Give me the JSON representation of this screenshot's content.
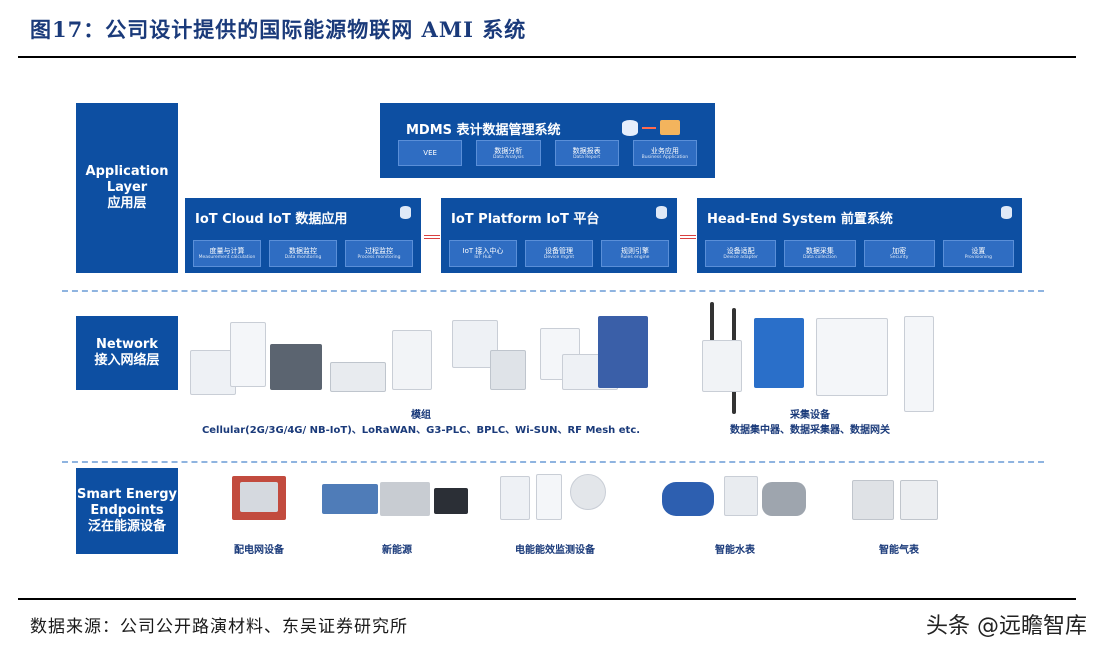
{
  "figure_title": "图17：公司设计提供的国际能源物联网 AMI 系统",
  "layers": {
    "application": [
      "Application",
      "Layer",
      "应用层"
    ],
    "network": [
      "Network",
      "接入网络层"
    ],
    "endpoints": [
      "Smart Energy",
      "Endpoints",
      "泛在能源设备"
    ]
  },
  "mdms": {
    "title": "MDMS 表计数据管理系统",
    "chips": [
      {
        "label": "VEE",
        "sub": ""
      },
      {
        "label": "数据分析",
        "sub": "Data Analysis"
      },
      {
        "label": "数据报表",
        "sub": "Data Report"
      },
      {
        "label": "业务应用",
        "sub": "Business Application"
      }
    ]
  },
  "iot_cloud": {
    "title": "IoT Cloud  IoT 数据应用",
    "chips": [
      {
        "label": "度量与计算",
        "sub": "Measurement calculation"
      },
      {
        "label": "数据监控",
        "sub": "Data monitoring"
      },
      {
        "label": "过程监控",
        "sub": "Process monitoring"
      }
    ]
  },
  "iot_platform": {
    "title": "IoT Platform  IoT 平台",
    "chips": [
      {
        "label": "IoT 接入中心",
        "sub": "IoT Hub"
      },
      {
        "label": "设备管理",
        "sub": "Device mgmt"
      },
      {
        "label": "规则引擎",
        "sub": "Rules engine"
      }
    ]
  },
  "head_end": {
    "title": "Head-End System 前置系统",
    "chips": [
      {
        "label": "设备适配",
        "sub": "Device adapter"
      },
      {
        "label": "数据采集",
        "sub": "Data collection"
      },
      {
        "label": "加密",
        "sub": "Security"
      },
      {
        "label": "设置",
        "sub": "Provisioning"
      }
    ]
  },
  "network_captions": {
    "modules_title": "模组",
    "modules_list": "Cellular(2G/3G/4G/ NB-IoT)、LoRaWAN、G3-PLC、BPLC、Wi-SUN、RF Mesh etc.",
    "collect_title": "采集设备",
    "collect_list": "数据集中器、数据采集器、数据网关"
  },
  "endpoint_captions": [
    "配电网设备",
    "新能源",
    "电能能效监测设备",
    "智能水表",
    "智能气表"
  ],
  "source": "数据来源：公司公开路演材料、东吴证券研究所",
  "watermark": "头条 @远瞻智库",
  "colors": {
    "primary": "#0d4fa2",
    "chip": "#2f6dc2",
    "dash": "#8fb4e0"
  }
}
